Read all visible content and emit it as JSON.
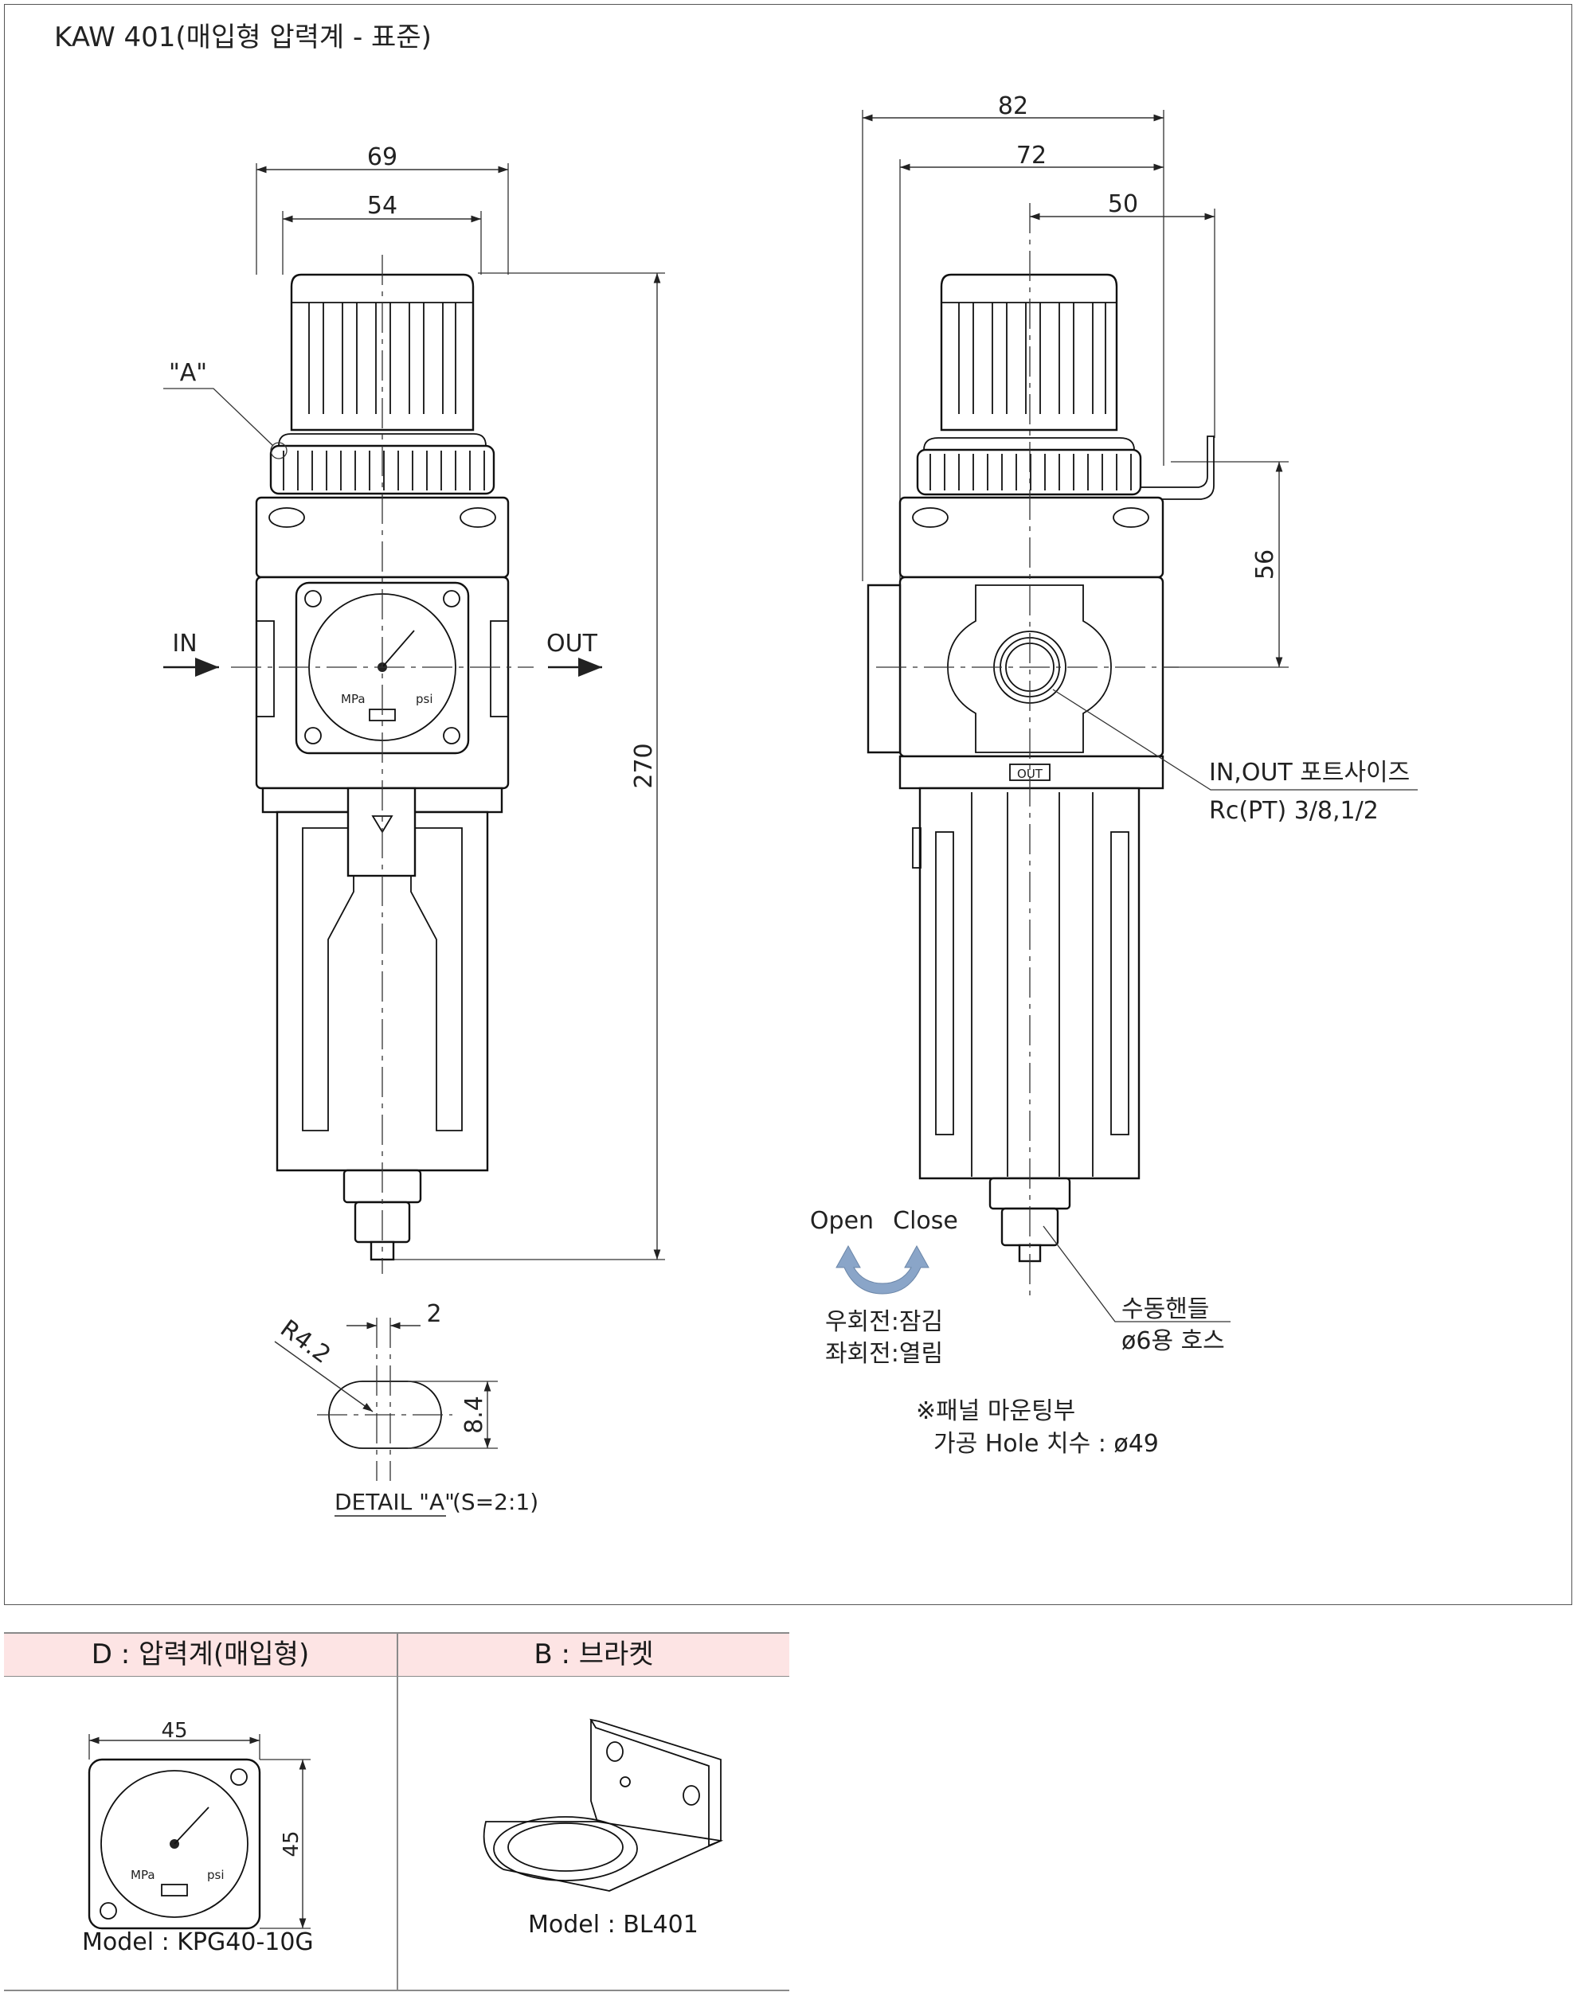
{
  "title": "KAW 401(매입형 압력계 - 표준)",
  "front_view": {
    "dim_top_outer": "69",
    "dim_top_inner": "54",
    "dim_height": "270",
    "label_in": "IN",
    "label_out": "OUT",
    "callout_a": "\"A\"",
    "gauge_unit_left": "MPa",
    "gauge_unit_right": "psi"
  },
  "side_view": {
    "dim_82": "82",
    "dim_72": "72",
    "dim_50": "50",
    "dim_56": "56",
    "port_label_1": "IN,OUT 포트사이즈",
    "port_label_2": "Rc(PT) 3/8,1/2",
    "out_mark": "OUT",
    "open": "Open",
    "close": "Close",
    "rotation_1": "우회전:잠김",
    "rotation_2": "좌회전:열림",
    "drain_1": "수동핸들",
    "drain_2": "ø6용 호스",
    "panel_note_1": "※패널 마운팅부",
    "panel_note_2": "가공 Hole 치수 : ø49"
  },
  "detail_a": {
    "radius": "R4.2",
    "width": "2",
    "height": "8.4",
    "caption": "DETAIL  \"A\"",
    "scale": "(S=2:1)"
  },
  "table": {
    "col_d_header": "D : 압력계(매입형)",
    "col_b_header": "B : 브라켓",
    "gauge_dim_w": "45",
    "gauge_dim_h": "45",
    "gauge_model": "Model : KPG40-10G",
    "bracket_model": "Model : BL401"
  },
  "colors": {
    "table_header_bg": "#fde4e4",
    "line": "#1a1a1a"
  }
}
